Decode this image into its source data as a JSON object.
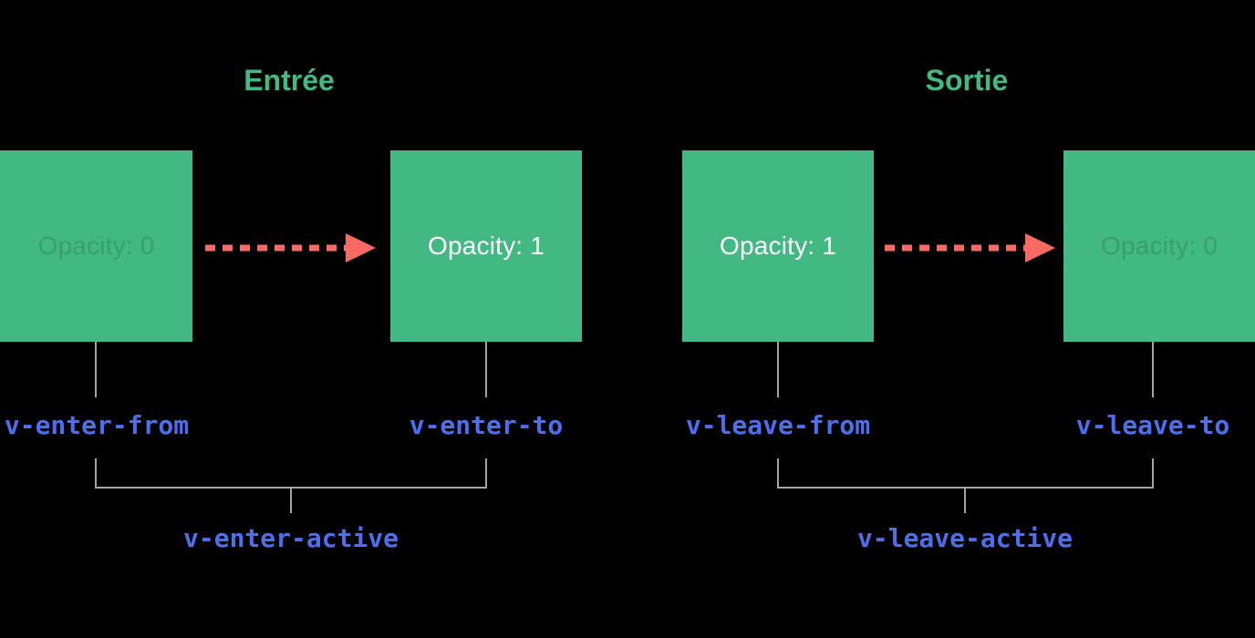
{
  "colors": {
    "background": "#000000",
    "green": "#42b883",
    "red": "#f96a63",
    "blue": "#4b6ff0",
    "gray": "#a3a3a3",
    "white": "#ffffff",
    "faint_text": "rgba(0,0,0,0.14)"
  },
  "sections": [
    {
      "title": "Entrée",
      "boxes": [
        {
          "label": "Opacity: 0",
          "state": "faint"
        },
        {
          "label": "Opacity: 1",
          "state": "bright"
        }
      ],
      "labels": {
        "from": "v-enter-from",
        "to": "v-enter-to",
        "active": "v-enter-active"
      }
    },
    {
      "title": "Sortie",
      "boxes": [
        {
          "label": "Opacity: 1",
          "state": "bright"
        },
        {
          "label": "Opacity: 0",
          "state": "faint"
        }
      ],
      "labels": {
        "from": "v-leave-from",
        "to": "v-leave-to",
        "active": "v-leave-active"
      }
    }
  ]
}
